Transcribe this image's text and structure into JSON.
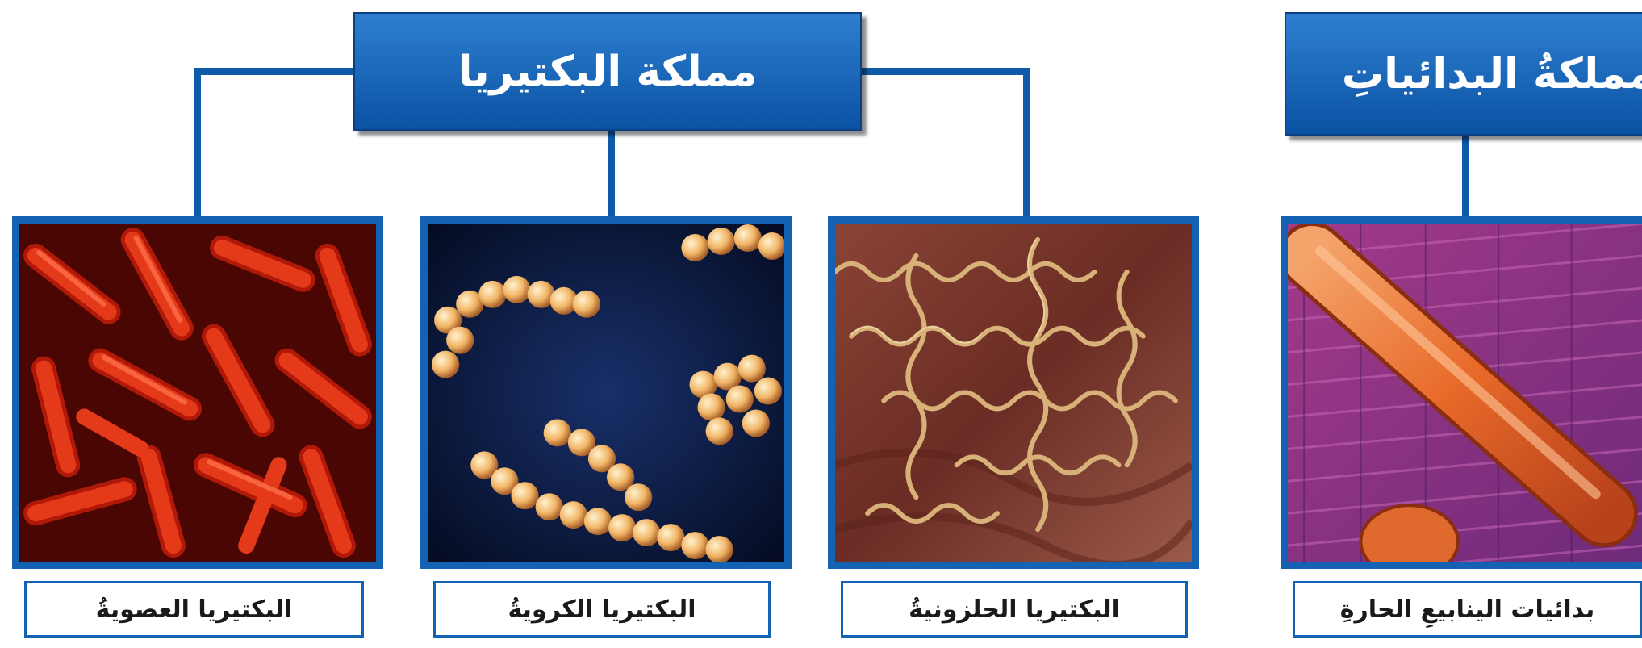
{
  "kingdoms": {
    "bacteria": {
      "title": "مملكة البكتيريا",
      "types": [
        {
          "caption": "البكتيريا العصويةُ",
          "image": "rod-shaped-bacteria-micrograph"
        },
        {
          "caption": "البكتيريا الكرويةُ",
          "image": "spherical-bacteria-chains-micrograph"
        },
        {
          "caption": "البكتيريا الحلزونيةُ",
          "image": "spiral-bacteria-micrograph"
        }
      ]
    },
    "archaea": {
      "title": "مملكةُ البدائياتِ",
      "types": [
        {
          "caption": "بدائيات الينابيعِ الحارةِ",
          "image": "hot-spring-archaea-illustration"
        }
      ]
    }
  },
  "colors": {
    "frame_blue": "#1462b3",
    "header_blue": "#0b52a3",
    "connector_blue": "#0f5aa8"
  }
}
